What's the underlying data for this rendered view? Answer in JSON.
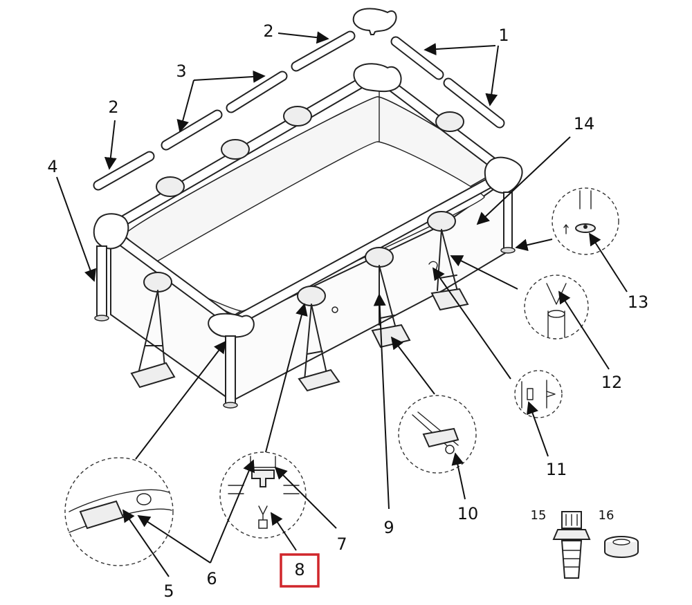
{
  "labels": [
    {
      "id": "1",
      "text": "1"
    },
    {
      "id": "2a",
      "text": "2"
    },
    {
      "id": "2b",
      "text": "2"
    },
    {
      "id": "3",
      "text": "3"
    },
    {
      "id": "4",
      "text": "4"
    },
    {
      "id": "5",
      "text": "5"
    },
    {
      "id": "6",
      "text": "6"
    },
    {
      "id": "7",
      "text": "7"
    },
    {
      "id": "8",
      "text": "8"
    },
    {
      "id": "9",
      "text": "9"
    },
    {
      "id": "10",
      "text": "10"
    },
    {
      "id": "11",
      "text": "11"
    },
    {
      "id": "12",
      "text": "12"
    },
    {
      "id": "13",
      "text": "13"
    },
    {
      "id": "14",
      "text": "14"
    },
    {
      "id": "15",
      "text": "15"
    },
    {
      "id": "16",
      "text": "16"
    }
  ],
  "highlighted_label": "8",
  "colors": {
    "line": "#222222",
    "highlight": "#d0262b",
    "background": "#ffffff"
  }
}
